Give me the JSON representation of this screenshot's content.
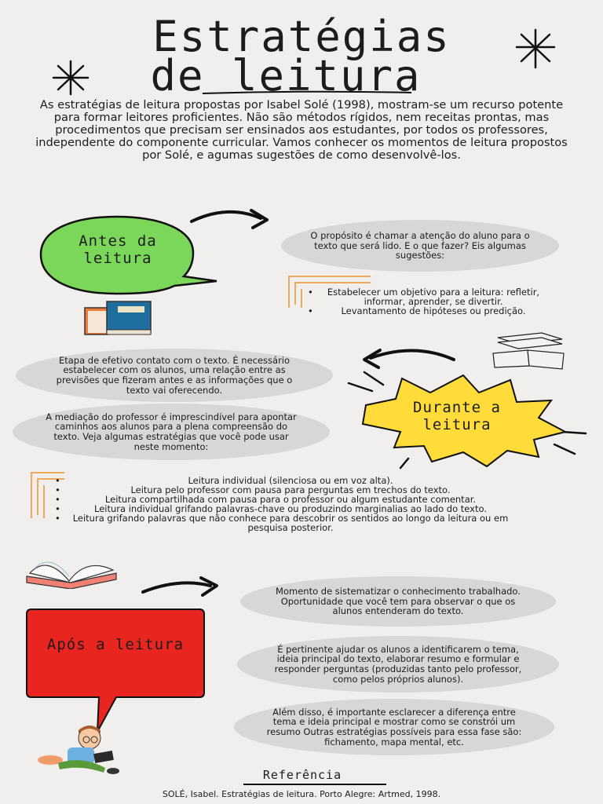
{
  "header": {
    "title_line1": "Estratégias",
    "title_line2": "de leitura"
  },
  "intro": {
    "text": "As estratégias de leitura propostas por Isabel Solé (1998), mostram-se um recurso potente para formar leitores proficientes. Não são métodos rígidos, nem receitas prontas, mas procedimentos que precisam ser ensinados aos estudantes, por todos os professores, independente do componente curricular. Vamos conhecer os momentos de leitura propostos por Solé, e agumas sugestões de como desenvolvê-los."
  },
  "antes": {
    "label_line1": "Antes da",
    "label_line2": "leitura",
    "bubble_color": "#7bd75a",
    "purpose": "O propósito é chamar a atenção do aluno para o texto que será lido. E o que fazer? Eis algumas sugestões:",
    "tips": [
      "Estabelecer um objetivo para a leitura: refletir, informar, aprender, se divertir.",
      "Levantamento de hipóteses ou predição."
    ]
  },
  "durante": {
    "label_line1": "Durante a",
    "label_line2": "leitura",
    "burst_color": "#ffdc3a",
    "text1": "Etapa de efetivo contato com o texto. É necessário estabelecer com os alunos, uma relação entre as previsões que fizeram antes e as informações que o texto vai oferecendo.",
    "text2": "A mediação do professor é imprescindível para apontar caminhos aos alunos para a plena compreensão do texto. Veja algumas estratégias que você pode usar neste momento:",
    "tips": [
      "Leitura individual (silenciosa ou em voz alta).",
      "Leitura pelo professor com pausa para perguntas em trechos do texto.",
      "Leitura compartilhada com pausa para o professor ou algum estudante comentar.",
      "Leitura individual grifando palavras-chave ou produzindo marginalias ao lado do texto.",
      "Leitura grifando palavras que não conhece para descobrir os sentidos ao longo da leitura ou em pesquisa posterior."
    ]
  },
  "apos": {
    "label": "Após a leitura",
    "bubble_color": "#e8251f",
    "text1": "Momento de sistematizar o conhecimento trabalhado. Oportunidade que você tem para observar o que os alunos entenderam do texto.",
    "text2": "É pertinente ajudar os alunos a identificarem o tema, ideia principal do texto, elaborar resumo e formular e responder perguntas (produzidas tanto pelo professor, como pelos próprios alunos).",
    "text3": "Além disso, é importante esclarecer a diferença entre tema e ideia principal e mostrar como se constrói um resumo Outras estratégias possíveis para essa fase são: fichamento, mapa mental, etc."
  },
  "reference": {
    "heading": "Referência",
    "citation": "SOLÉ, Isabel. Estratégias de leitura. Porto Alegre: Artmed, 1998."
  },
  "icons": {
    "star": "asterisk-star-icon",
    "arrow": "curved-arrow-icon",
    "books": "books-icon",
    "open_book": "open-book-icon",
    "reader": "child-reading-icon"
  }
}
